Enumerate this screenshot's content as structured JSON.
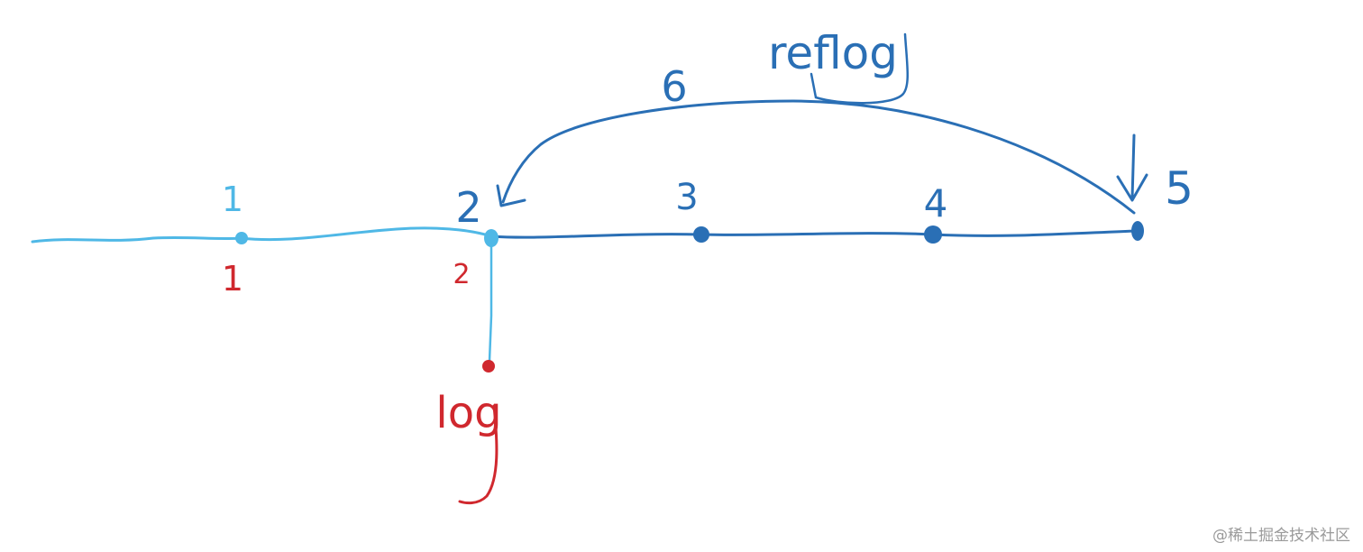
{
  "colors": {
    "light_blue": "#4fb8e6",
    "dark_blue": "#2a6fb5",
    "red": "#d0282e",
    "watermark": "#9a9a9a"
  },
  "diagram": {
    "commit_labels_top": [
      "1",
      "2",
      "3",
      "4",
      "5"
    ],
    "commit_labels_bottom": [
      "1",
      "2"
    ],
    "reflog_step": "6",
    "reflog_label": "reflog",
    "log_label": "log"
  },
  "watermark": "@稀土掘金技术社区"
}
